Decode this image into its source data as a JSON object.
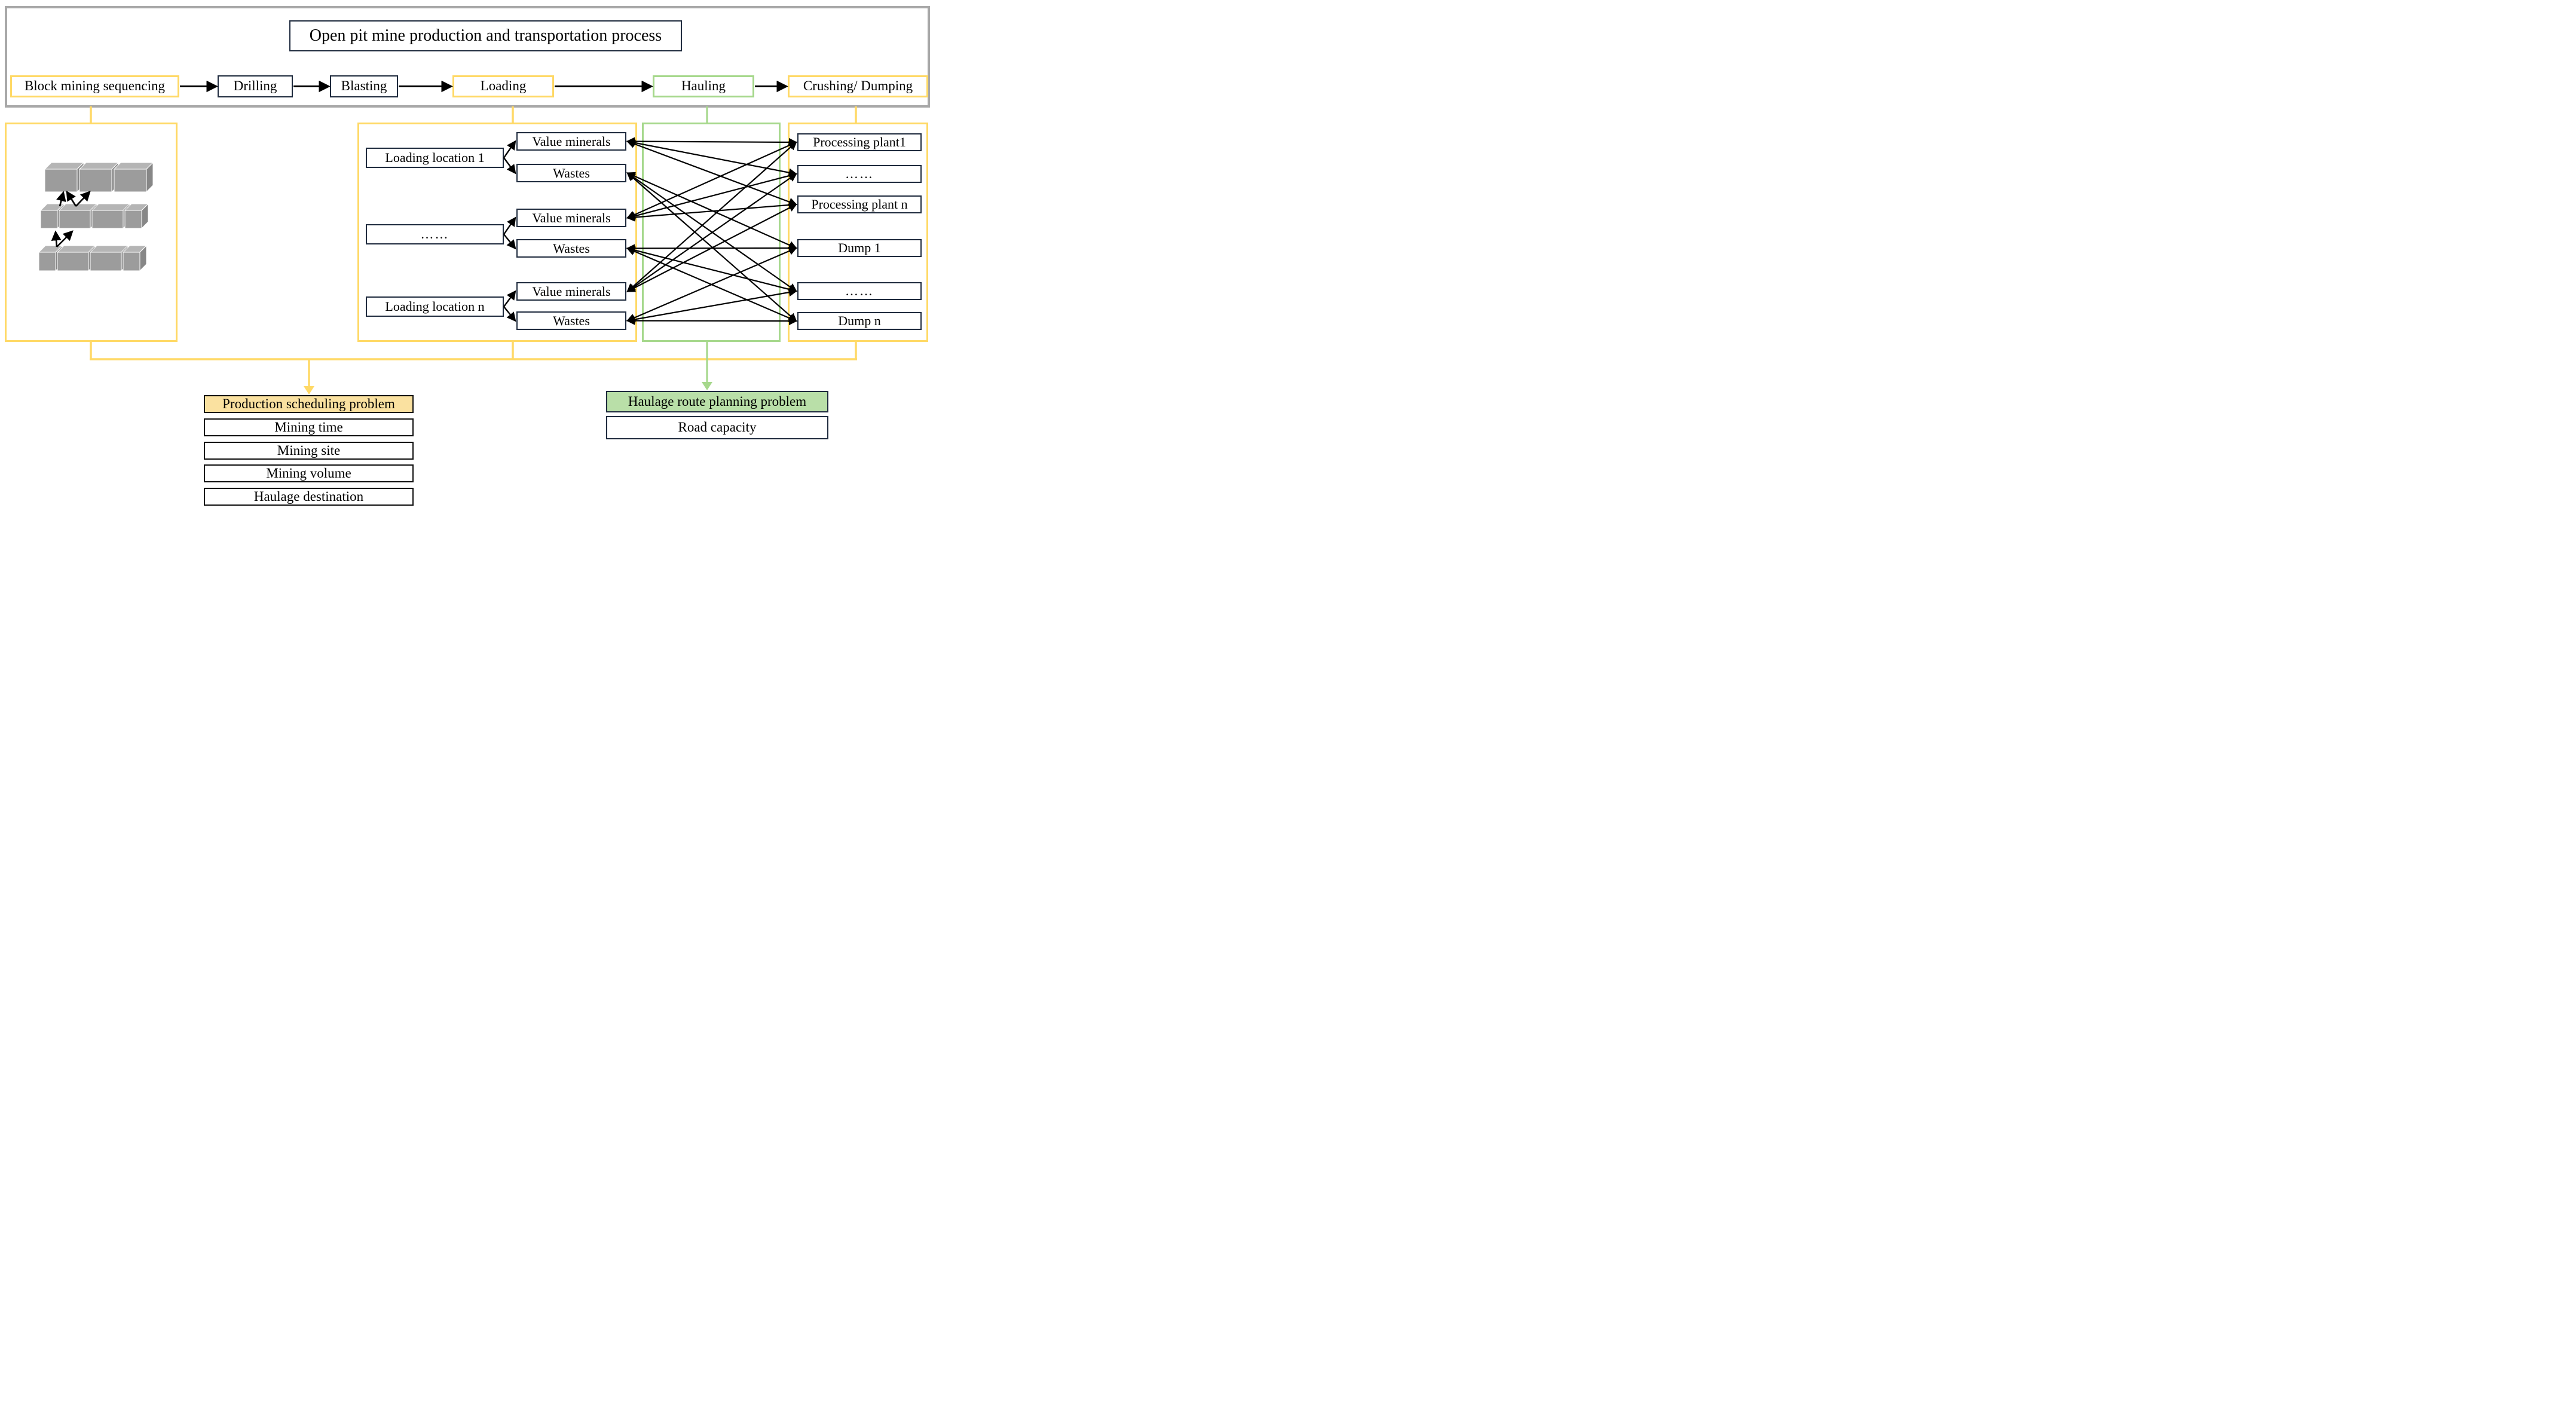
{
  "diagram": {
    "title": "Open pit mine production and transportation process",
    "process_steps": [
      {
        "label": "Block mining sequencing",
        "accent": "yellow"
      },
      {
        "label": "Drilling",
        "accent": "navy"
      },
      {
        "label": "Blasting",
        "accent": "navy"
      },
      {
        "label": "Loading",
        "accent": "yellow"
      },
      {
        "label": "Hauling",
        "accent": "green"
      },
      {
        "label": "Crushing/ Dumping",
        "accent": "yellow"
      }
    ],
    "loading_section": {
      "groups": [
        {
          "source": "Loading location 1",
          "value": "Value minerals",
          "waste": "Wastes"
        },
        {
          "source": "……",
          "value": "Value minerals",
          "waste": "Wastes"
        },
        {
          "source": "Loading location n",
          "value": "Value minerals",
          "waste": "Wastes"
        }
      ]
    },
    "destinations": [
      "Processing plant1",
      "……",
      "Processing plant n",
      "Dump 1",
      "……",
      "Dump n"
    ],
    "production_problem": {
      "title": "Production scheduling problem",
      "items": [
        "Mining time",
        "Mining site",
        "Mining volume",
        "Haulage destination"
      ]
    },
    "haulage_problem": {
      "title": "Haulage route planning problem",
      "items": [
        "Road capacity"
      ]
    },
    "colors": {
      "yellow_accent": "#FFD966",
      "green_accent": "#A6D88C",
      "green_fill": "#B9DFA8",
      "tan_fill": "#FAE1A0",
      "frame_gray": "#A8A8A8",
      "box_border_navy": "#1F2B3E",
      "block_gray_front": "#9C9C9C",
      "block_gray_top": "#B5B5B5",
      "block_gray_side": "#878787"
    }
  },
  "edges": {
    "flow": [
      [
        "step-0",
        "step-1"
      ],
      [
        "step-1",
        "step-2"
      ],
      [
        "step-2",
        "step-3"
      ],
      [
        "step-3",
        "step-4"
      ],
      [
        "step-4",
        "step-5"
      ]
    ],
    "forks": [
      [
        "ll-0",
        "vm-0"
      ],
      [
        "ll-0",
        "w-0"
      ],
      [
        "ll-1",
        "vm-1"
      ],
      [
        "ll-1",
        "w-1"
      ],
      [
        "ll-2",
        "vm-2"
      ],
      [
        "ll-2",
        "w-2"
      ]
    ],
    "haul_routes": [
      [
        "vm-0",
        "dest-0"
      ],
      [
        "vm-0",
        "dest-1"
      ],
      [
        "vm-0",
        "dest-2"
      ],
      [
        "vm-1",
        "dest-0"
      ],
      [
        "vm-1",
        "dest-1"
      ],
      [
        "vm-1",
        "dest-2"
      ],
      [
        "vm-2",
        "dest-0"
      ],
      [
        "vm-2",
        "dest-1"
      ],
      [
        "vm-2",
        "dest-2"
      ],
      [
        "w-0",
        "dest-3"
      ],
      [
        "w-0",
        "dest-4"
      ],
      [
        "w-0",
        "dest-5"
      ],
      [
        "w-1",
        "dest-3"
      ],
      [
        "w-1",
        "dest-4"
      ],
      [
        "w-1",
        "dest-5"
      ],
      [
        "w-2",
        "dest-3"
      ],
      [
        "w-2",
        "dest-4"
      ],
      [
        "w-2",
        "dest-5"
      ]
    ]
  }
}
